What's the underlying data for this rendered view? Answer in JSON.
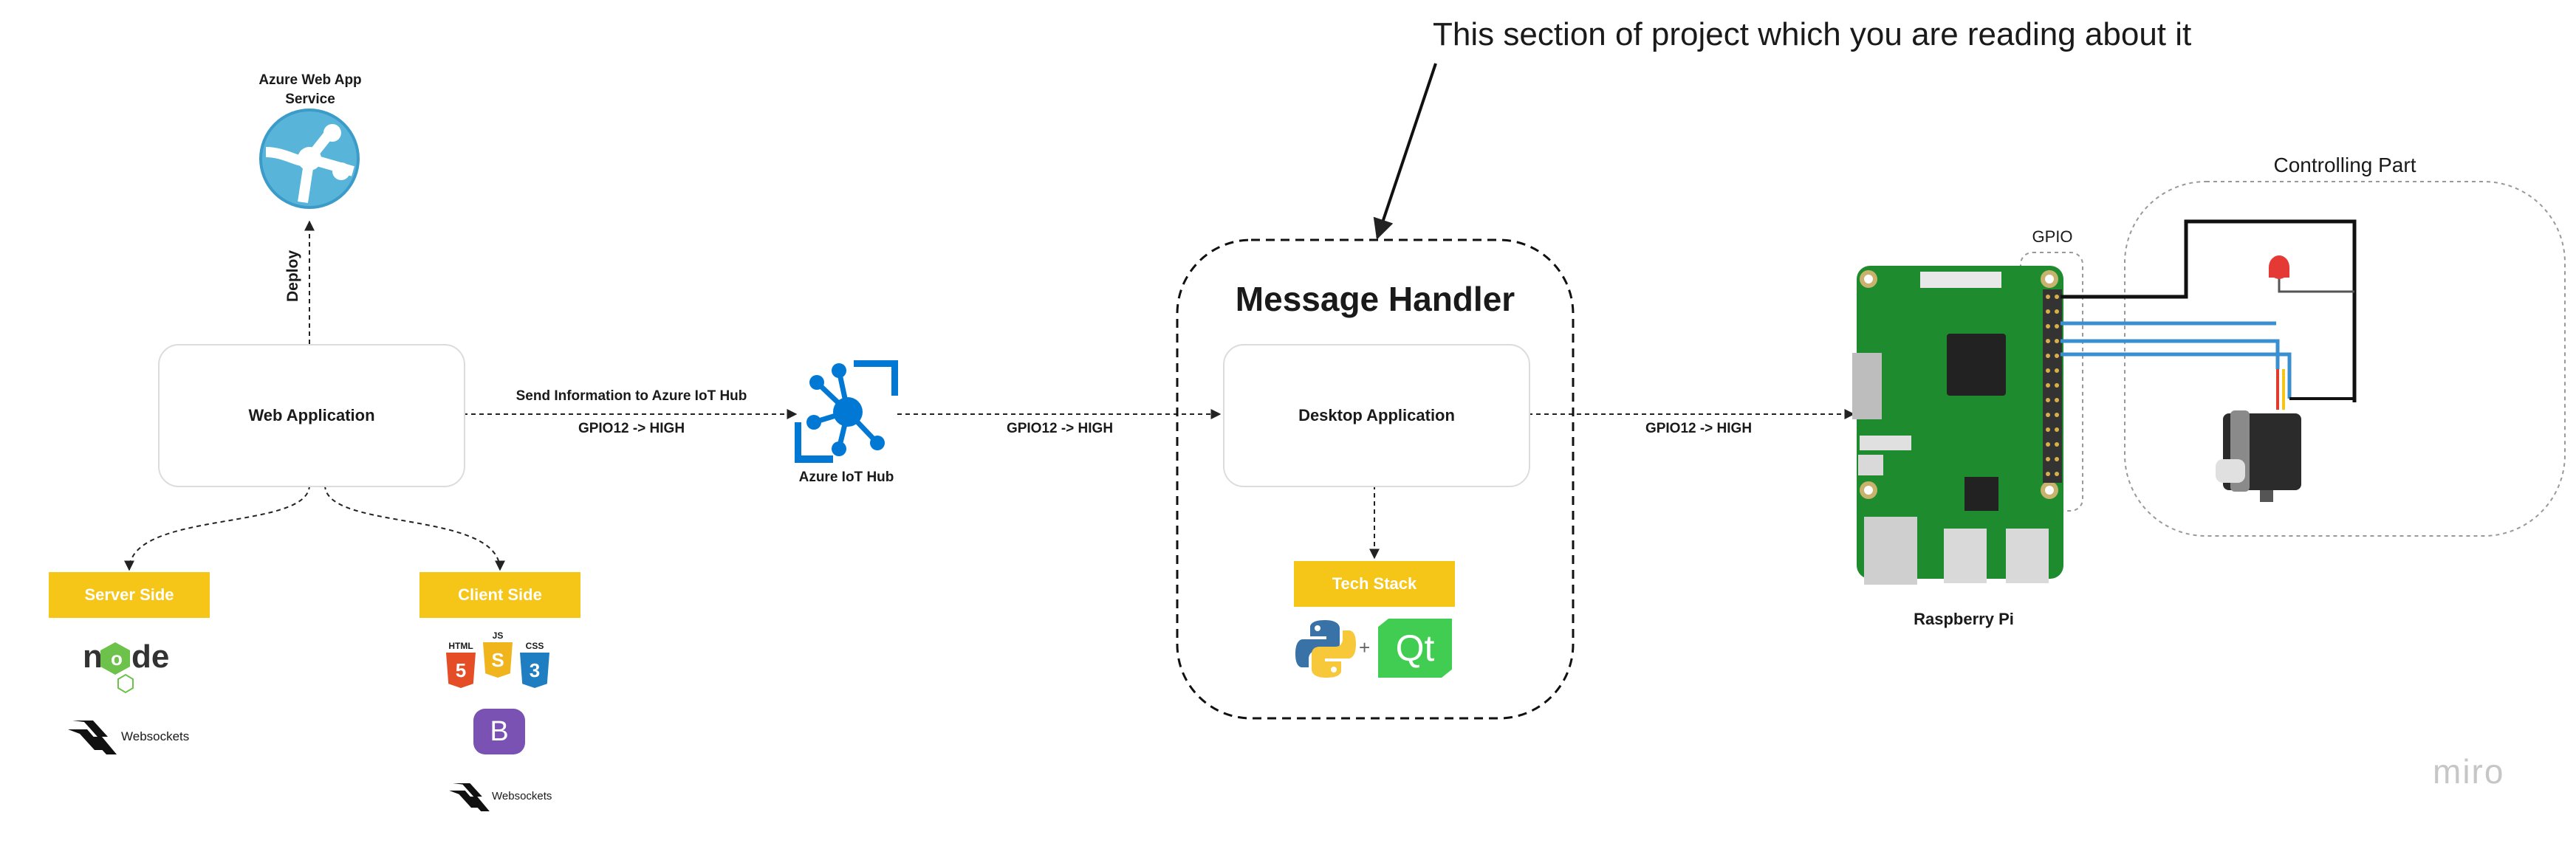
{
  "annotation": {
    "text": "This section of project which you are reading about it"
  },
  "azure_web_app": {
    "label": "Azure Web App Service"
  },
  "deploy": {
    "label": "Deploy"
  },
  "web_application": {
    "label": "Web Application"
  },
  "edge_web_to_hub": {
    "line1": "Send Information to Azure IoT Hub",
    "line2": "GPIO12 -> HIGH"
  },
  "iot_hub": {
    "label": "Azure IoT Hub"
  },
  "edge_hub_to_handler": {
    "label": "GPIO12 -> HIGH"
  },
  "message_handler": {
    "title": "Message Handler"
  },
  "desktop_application": {
    "label": "Desktop Application"
  },
  "tech_stack": {
    "label": "Tech Stack",
    "plus": "+",
    "qt": "Qt"
  },
  "edge_handler_to_pi": {
    "label": "GPIO12 -> HIGH"
  },
  "raspberry_pi": {
    "label": "Raspberry Pi",
    "gpio_label": "GPIO"
  },
  "controlling_part": {
    "label": "Controlling Part"
  },
  "server_side": {
    "label": "Server Side",
    "websockets": "Websockets"
  },
  "client_side": {
    "label": "Client Side",
    "websockets": "Websockets",
    "html": "HTML",
    "js": "JS",
    "css": "CSS",
    "bootstrap": "B"
  },
  "watermark": {
    "text": "miro"
  },
  "colors": {
    "chip": "#f5c518",
    "azure_blue": "#0078d4",
    "azure_light": "#59b4d9",
    "pi_green": "#1e8b2e",
    "qt_green": "#41cd52",
    "bootstrap": "#7952b3"
  }
}
